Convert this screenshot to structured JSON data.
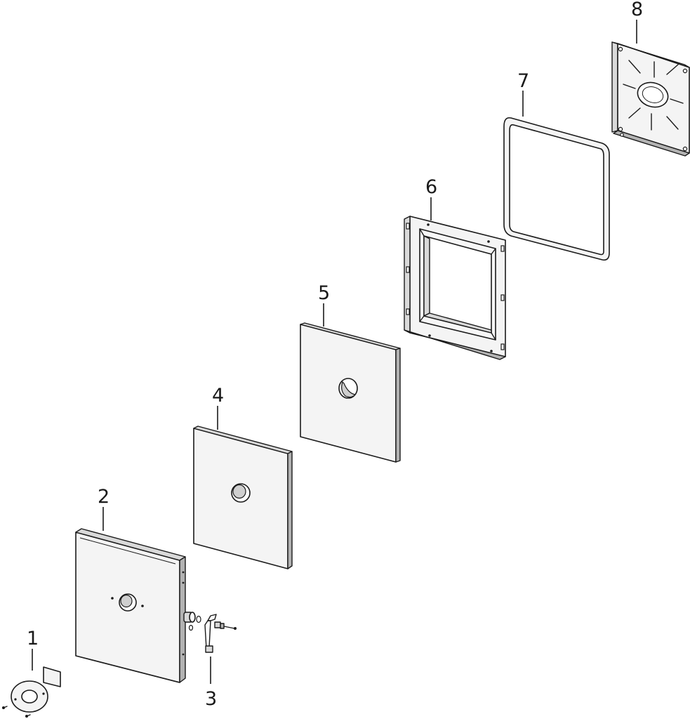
{
  "callouts": {
    "part1": "1",
    "part2": "2",
    "part3": "3",
    "part4": "4",
    "part5": "5",
    "part6": "6",
    "part7": "7",
    "part8": "8"
  }
}
